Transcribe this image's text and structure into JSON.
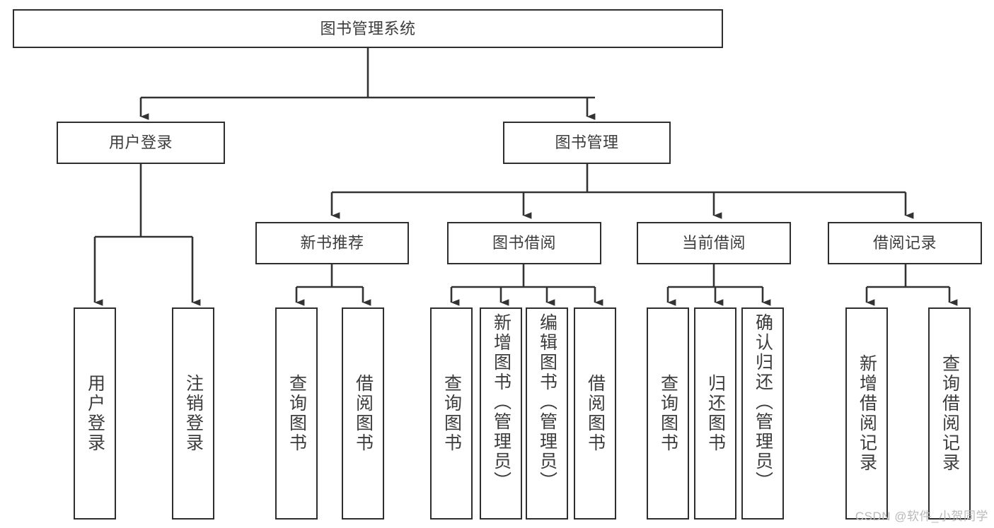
{
  "diagram": {
    "title": "图书管理系统",
    "type": "tree",
    "watermark": "CSDN @软件_小贺同学",
    "colors": {
      "border": "#2e2e2e",
      "edge": "#333333",
      "text": "#3c3c3c",
      "background": "#ffffff",
      "watermark": "#b9b9b9"
    },
    "root": {
      "label": "图书管理系统"
    },
    "level2": [
      {
        "label": "用户登录"
      },
      {
        "label": "图书管理"
      }
    ],
    "level3": [
      {
        "label": "新书推荐"
      },
      {
        "label": "图书借阅"
      },
      {
        "label": "当前借阅"
      },
      {
        "label": "借阅记录"
      }
    ],
    "leaves": {
      "user_login": [
        {
          "label": "用户登录"
        },
        {
          "label": "注销登录"
        }
      ],
      "new_book_recommend": [
        {
          "label": "查询图书"
        },
        {
          "label": "借阅图书"
        }
      ],
      "book_borrow": [
        {
          "label": "查询图书"
        },
        {
          "label": "新增图书（管理员）"
        },
        {
          "label": "编辑图书（管理员）"
        },
        {
          "label": "借阅图书"
        }
      ],
      "current_borrow": [
        {
          "label": "查询图书"
        },
        {
          "label": "归还图书"
        },
        {
          "label": "确认归还（管理员）"
        }
      ],
      "borrow_record": [
        {
          "label": "新增借阅记录"
        },
        {
          "label": "查询借阅记录"
        }
      ]
    }
  }
}
